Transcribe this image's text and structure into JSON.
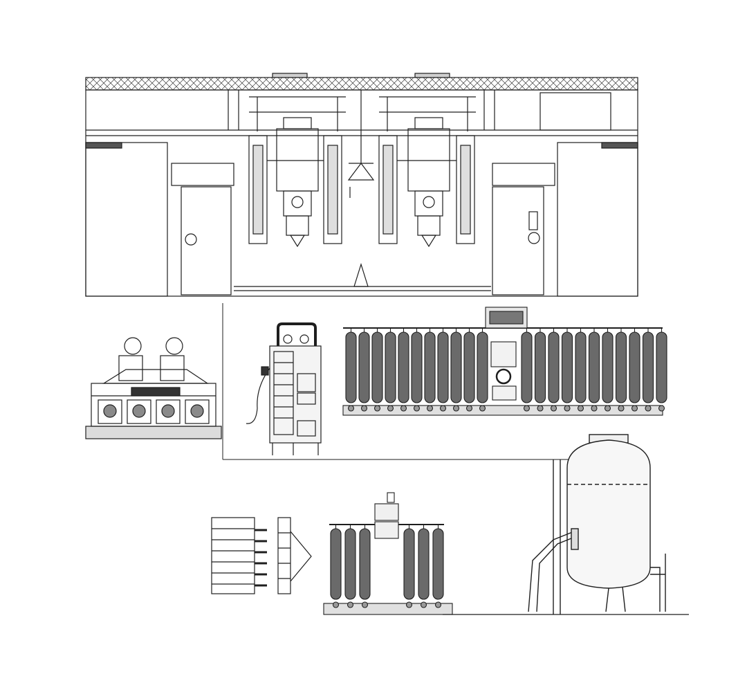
{
  "diagram": {
    "views": [
      {
        "id": "building-elevation",
        "kind": "sectional elevation"
      },
      {
        "id": "manifold-skid",
        "kind": "equipment module"
      },
      {
        "id": "dispenser-cabinet",
        "kind": "dispensing unit"
      },
      {
        "id": "cylinder-bank-large",
        "kind": "cylinder manifold",
        "cylinder_count": 22
      },
      {
        "id": "valve-panel",
        "kind": "valve rack"
      },
      {
        "id": "cylinder-bank-small",
        "kind": "cylinder manifold",
        "cylinder_count": 6
      },
      {
        "id": "storage-vessel",
        "kind": "vertical pressure tank"
      }
    ],
    "colors": {
      "line": "#1e1e1e",
      "cylinder_fill": "#6a6a6a",
      "hatch": "#3a3a3a",
      "background": "#ffffff"
    }
  }
}
